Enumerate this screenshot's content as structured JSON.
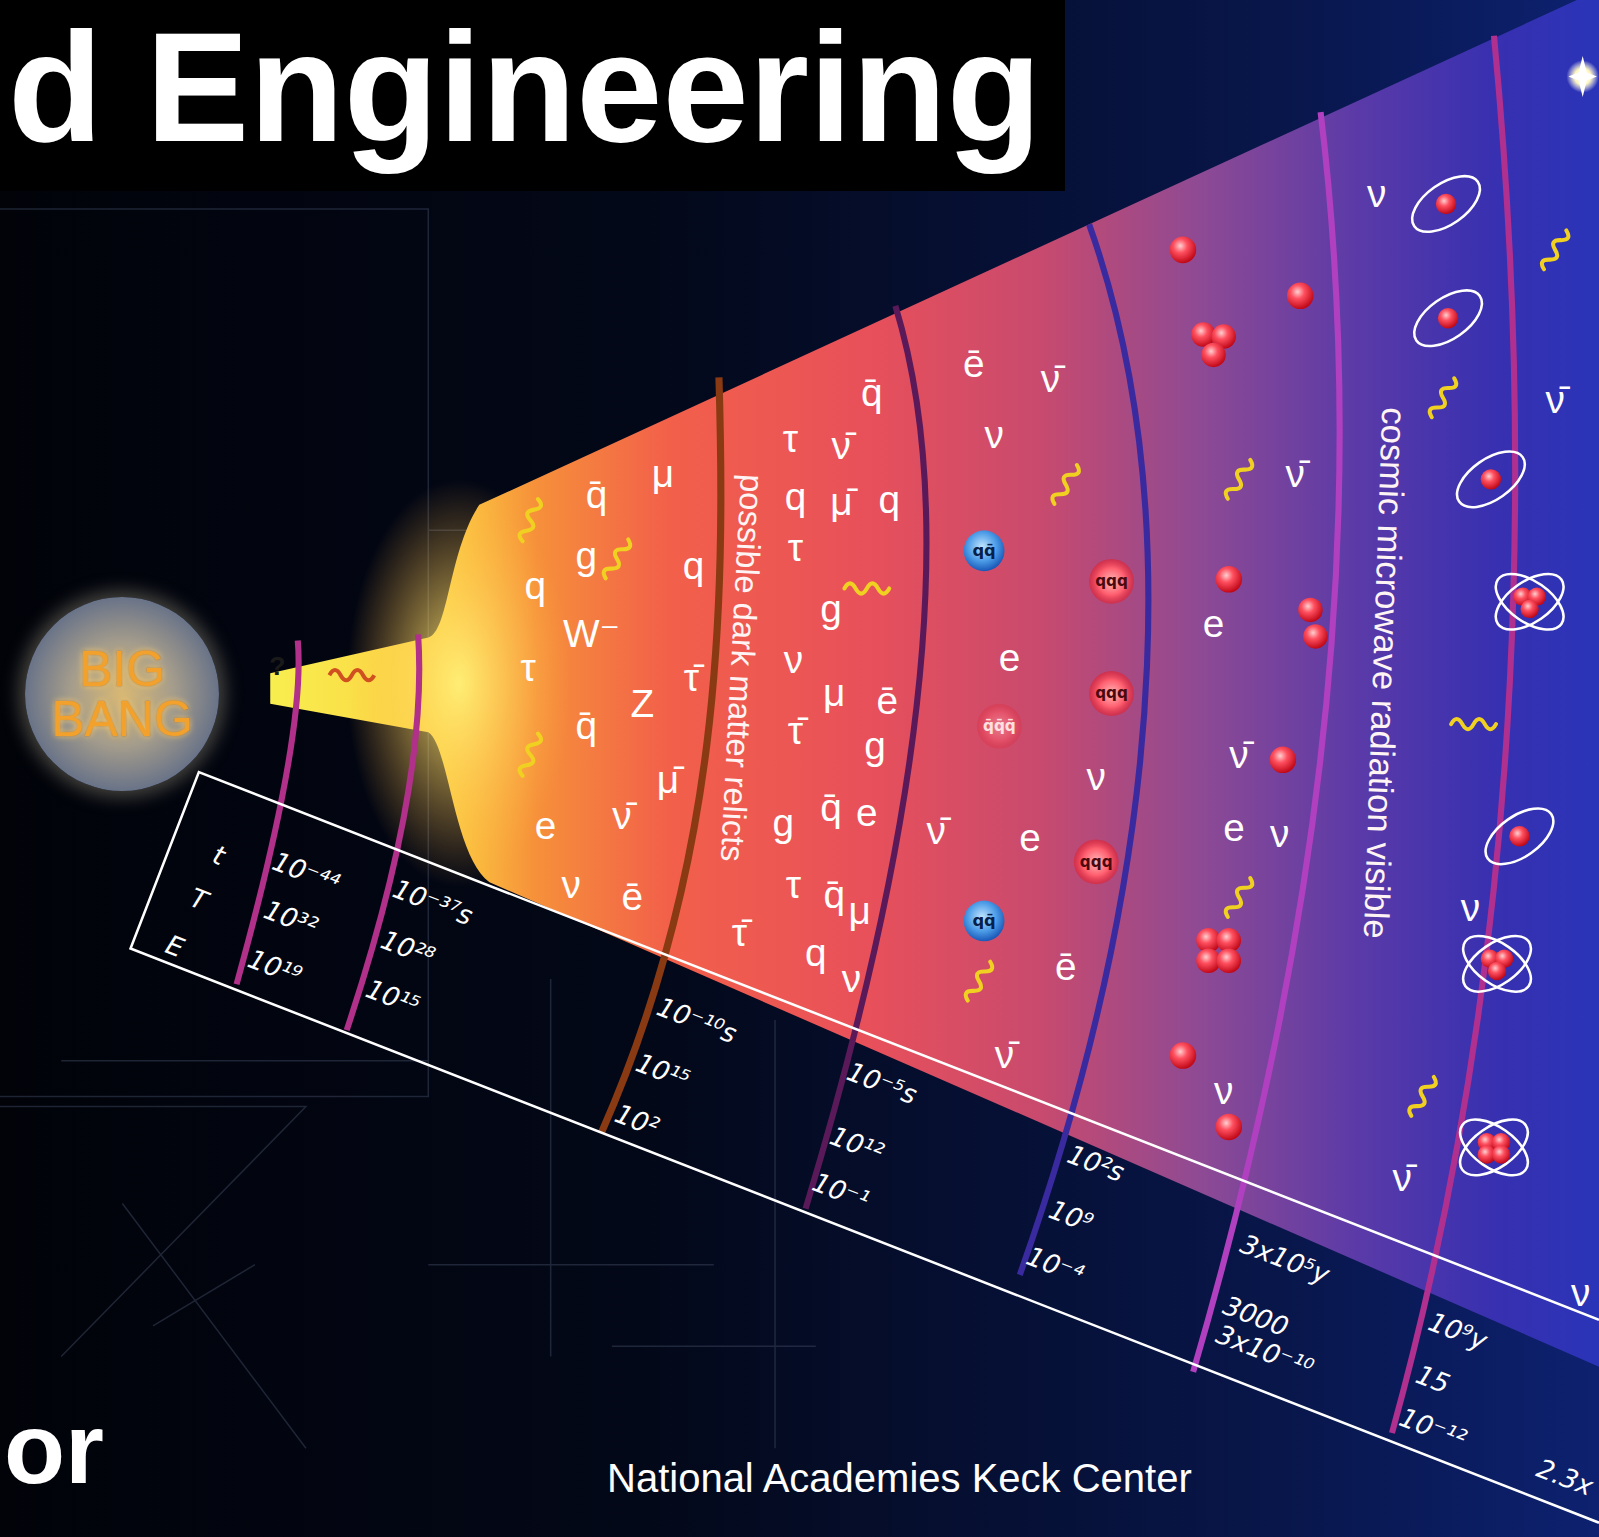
{
  "diagram": {
    "title": "d Engineering",
    "caption": "National Academies Keck Center",
    "nodes": [
      {
        "text": [
          "BIG BANG"
        ]
      }
    ],
    "labels": [
      "or",
      "?",
      "q̄",
      "μ",
      "g",
      "q",
      "q",
      "W⁻",
      "τ",
      "Z",
      "τ̄",
      "q̄",
      "μ̄",
      "e",
      "ν̄",
      "ν",
      "ē",
      "τ",
      "ν̄",
      "q̄",
      "q",
      "μ̄",
      "q",
      "τ",
      "g",
      "ν",
      "μ",
      "ē",
      "τ̄",
      "g",
      "g",
      "q̄",
      "e",
      "ν̄",
      "τ",
      "q̄",
      "μ",
      "τ̄",
      "q",
      "ν",
      "ē",
      "ν̄",
      "ν",
      "qq̄",
      "qqq",
      "e",
      "qqq",
      "q̄q̄q̄",
      "ν",
      "e",
      "qqq",
      "qq̄",
      "ē",
      "ν̄",
      "ν̄",
      "e",
      "ν̄",
      "e",
      "ν",
      "ν",
      "ν",
      "ν̄",
      "ν",
      "ν̄",
      "ν",
      "possible dark matter relicts",
      "cosmic microwave radiation visible",
      "t",
      "10⁻⁴⁴",
      "10⁻³⁷s",
      "T",
      "10³²",
      "10²⁸",
      "E",
      "10¹⁹",
      "10¹⁵",
      "10⁻¹⁰s",
      "10¹⁵",
      "10²",
      "10⁻⁵s",
      "10¹²",
      "10⁻¹",
      "10²s",
      "10⁹",
      "10⁻⁴",
      "3x10⁵y",
      "3000",
      "3x10⁻¹⁰",
      "10⁹y",
      "15",
      "10⁻¹²",
      "2.3x"
    ]
  }
}
